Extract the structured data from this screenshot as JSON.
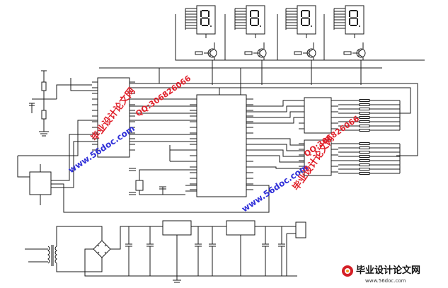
{
  "watermarks": {
    "site": "www.56doc.com",
    "qq": "QQ:306826066",
    "brand": "毕业设计论文网",
    "footer_brand": "毕业设计论文网",
    "footer_site": "www.56doc.com"
  },
  "colors": {
    "watermark_red": "#e0202a",
    "watermark_blue": "#2f2fd8",
    "wire": "#1a1a1a"
  }
}
